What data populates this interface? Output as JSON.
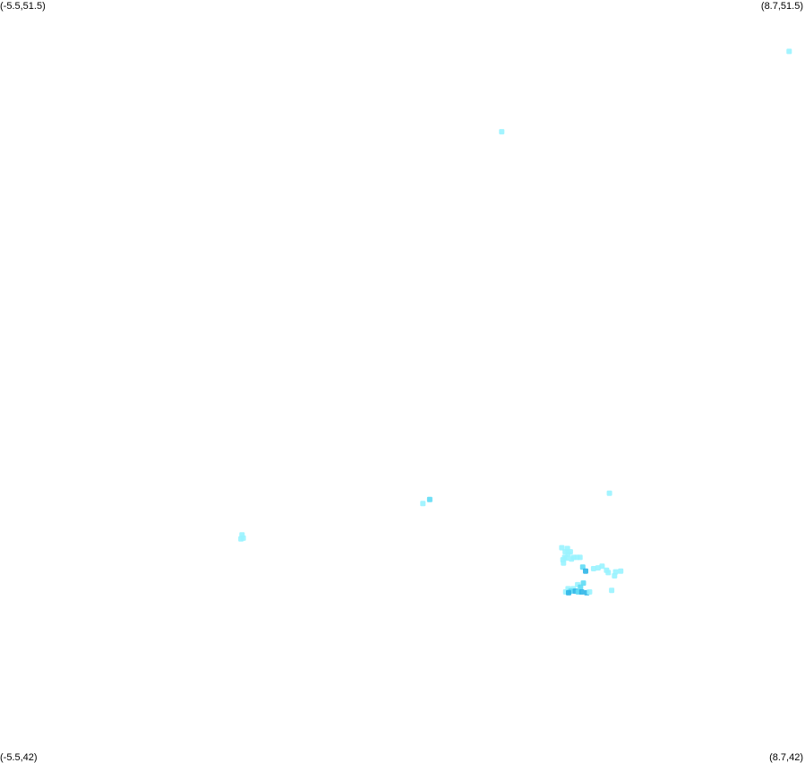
{
  "corners": {
    "top_left": "(-5.5,51.5)",
    "top_right": "(8.7,51.5)",
    "bottom_left": "(-5.5,42)",
    "bottom_right": "(8.7,42)"
  },
  "colors": {
    "light": "#99f3ff",
    "medium": "#5fdcf5",
    "dark": "#2fb6e8",
    "background": "#ffffff"
  },
  "chart_data": {
    "type": "scatter",
    "xlim": [
      -5.5,
      8.7
    ],
    "ylim": [
      42,
      51.5
    ],
    "grid": false,
    "points": [
      {
        "x": 8.42,
        "y": 50.86,
        "c": "light"
      },
      {
        "x": 3.35,
        "y": 49.86,
        "c": "light"
      },
      {
        "x": 5.25,
        "y": 45.36,
        "c": "light"
      },
      {
        "x": 2.08,
        "y": 45.28,
        "c": "medium"
      },
      {
        "x": 1.96,
        "y": 45.23,
        "c": "light"
      },
      {
        "x": -1.23,
        "y": 44.84,
        "c": "light"
      },
      {
        "x": -1.25,
        "y": 44.79,
        "c": "light"
      },
      {
        "x": -1.21,
        "y": 44.8,
        "c": "light"
      },
      {
        "x": 4.41,
        "y": 44.68,
        "c": "light"
      },
      {
        "x": 4.51,
        "y": 44.67,
        "c": "light"
      },
      {
        "x": 4.47,
        "y": 44.63,
        "c": "light"
      },
      {
        "x": 4.56,
        "y": 44.63,
        "c": "light"
      },
      {
        "x": 4.52,
        "y": 44.6,
        "c": "light"
      },
      {
        "x": 4.46,
        "y": 44.56,
        "c": "light"
      },
      {
        "x": 4.62,
        "y": 44.56,
        "c": "light"
      },
      {
        "x": 4.68,
        "y": 44.56,
        "c": "light"
      },
      {
        "x": 4.73,
        "y": 44.56,
        "c": "light"
      },
      {
        "x": 4.49,
        "y": 44.55,
        "c": "light"
      },
      {
        "x": 4.58,
        "y": 44.54,
        "c": "light"
      },
      {
        "x": 4.43,
        "y": 44.53,
        "c": "light"
      },
      {
        "x": 4.44,
        "y": 44.49,
        "c": "light"
      },
      {
        "x": 4.78,
        "y": 44.44,
        "c": "medium"
      },
      {
        "x": 4.83,
        "y": 44.39,
        "c": "dark"
      },
      {
        "x": 4.97,
        "y": 44.42,
        "c": "light"
      },
      {
        "x": 5.05,
        "y": 44.43,
        "c": "light"
      },
      {
        "x": 5.12,
        "y": 44.45,
        "c": "light"
      },
      {
        "x": 5.2,
        "y": 44.4,
        "c": "light"
      },
      {
        "x": 5.23,
        "y": 44.37,
        "c": "light"
      },
      {
        "x": 5.36,
        "y": 44.38,
        "c": "light"
      },
      {
        "x": 5.45,
        "y": 44.39,
        "c": "light"
      },
      {
        "x": 5.34,
        "y": 44.33,
        "c": "light"
      },
      {
        "x": 4.79,
        "y": 44.24,
        "c": "medium"
      },
      {
        "x": 4.69,
        "y": 44.22,
        "c": "light"
      },
      {
        "x": 4.74,
        "y": 44.19,
        "c": "medium"
      },
      {
        "x": 4.61,
        "y": 44.17,
        "c": "light"
      },
      {
        "x": 4.52,
        "y": 44.17,
        "c": "light"
      },
      {
        "x": 4.57,
        "y": 44.14,
        "c": "medium"
      },
      {
        "x": 4.48,
        "y": 44.13,
        "c": "light"
      },
      {
        "x": 4.53,
        "y": 44.12,
        "c": "dark"
      },
      {
        "x": 4.65,
        "y": 44.14,
        "c": "dark"
      },
      {
        "x": 4.7,
        "y": 44.13,
        "c": "medium"
      },
      {
        "x": 4.76,
        "y": 44.13,
        "c": "dark"
      },
      {
        "x": 4.85,
        "y": 44.12,
        "c": "dark"
      },
      {
        "x": 4.9,
        "y": 44.13,
        "c": "light"
      },
      {
        "x": 5.29,
        "y": 44.15,
        "c": "light"
      }
    ]
  }
}
